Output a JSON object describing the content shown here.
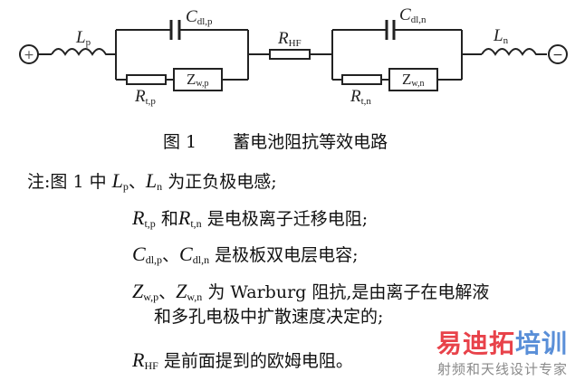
{
  "diagram": {
    "labels": {
      "Lp": {
        "main": "L",
        "sub": "p"
      },
      "Cdlp": {
        "main": "C",
        "sub": "dl,p"
      },
      "Zwp": {
        "main": "Z",
        "sub": "w,p"
      },
      "Rtp": {
        "main": "R",
        "sub": "t,p"
      },
      "RHF": {
        "main": "R",
        "sub": "HF"
      },
      "Cdln": {
        "main": "C",
        "sub": "dl,n"
      },
      "Zwn": {
        "main": "Z",
        "sub": "w,n"
      },
      "Rtn": {
        "main": "R",
        "sub": "t,n"
      },
      "Ln": {
        "main": "L",
        "sub": "n"
      }
    },
    "terminals": {
      "left": "+",
      "right": "−"
    }
  },
  "caption": {
    "number": "图 1",
    "title": "蓄电池阻抗等效电路"
  },
  "notes": {
    "prefix": "注:图 1 中",
    "line1": {
      "L": "L",
      "p": "p",
      "sep": "、",
      "L2": "L",
      "n": "n",
      "text": "为正负极电感;"
    },
    "line2": {
      "R": "R",
      "tp": "t,p",
      "and": "和",
      "R2": "R",
      "tn": "t,n",
      "text": "是电极离子迁移电阻;"
    },
    "line3": {
      "C": "C",
      "dlp": "dl,p",
      "sep": "、",
      "C2": "C",
      "dln": "dl,n",
      "text": "是极板双电层电容;"
    },
    "line4": {
      "Z": "Z",
      "wp": "w,p",
      "sep": "、",
      "Z2": "Z",
      "wn": "w,n",
      "text": "为 Warburg 阻抗,是由离子在电解液"
    },
    "line5": {
      "text": "和多孔电极中扩散速度决定的;"
    },
    "line6": {
      "R": "R",
      "hf": "HF",
      "text": "是前面提到的欧姆电阻。"
    }
  },
  "watermark": {
    "brand_red": "易迪拓",
    "brand_blue": "培训",
    "tagline": "射频和天线设计专家"
  }
}
